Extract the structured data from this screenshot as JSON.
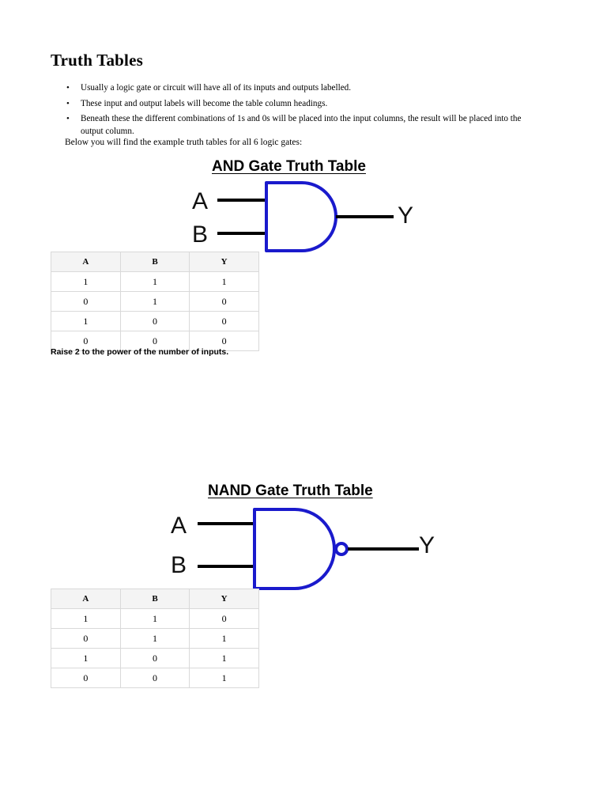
{
  "document": {
    "title": "Truth Tables",
    "bullets": [
      "Usually a logic gate or circuit will have all of its inputs and outputs labelled.",
      "These input and output labels will become the table column headings.",
      "Beneath these the different combinations of 1s and 0s will be placed into the input columns, the result will be placed into the output column.",
      "Below you will find the example truth tables for all 6 logic gates:"
    ],
    "bullet_glyph": "•",
    "intro_line": "Below you will find the example truth tables for all 6 logic gates:",
    "note": "Raise 2 to the power of the number of inputs."
  },
  "colors": {
    "gate_stroke": "#1a1acc",
    "wire": "#000000",
    "header_bg": "#f4f4f4",
    "border": "#d9d9d9"
  },
  "sections": [
    {
      "id": "and",
      "title": "AND Gate Truth Table",
      "diagram": {
        "input_a_label": "A",
        "input_b_label": "B",
        "output_label": "Y",
        "has_inversion_bubble": false
      },
      "table": {
        "headers": [
          "A",
          "B",
          "Y"
        ],
        "rows": [
          [
            "1",
            "1",
            "1"
          ],
          [
            "0",
            "1",
            "0"
          ],
          [
            "1",
            "0",
            "0"
          ],
          [
            "0",
            "0",
            "0"
          ]
        ]
      }
    },
    {
      "id": "nand",
      "title": "NAND Gate Truth Table",
      "diagram": {
        "input_a_label": "A",
        "input_b_label": "B",
        "output_label": "Y",
        "has_inversion_bubble": true
      },
      "table": {
        "headers": [
          "A",
          "B",
          "Y"
        ],
        "rows": [
          [
            "1",
            "1",
            "0"
          ],
          [
            "0",
            "1",
            "1"
          ],
          [
            "1",
            "0",
            "1"
          ],
          [
            "0",
            "0",
            "1"
          ]
        ]
      }
    }
  ]
}
